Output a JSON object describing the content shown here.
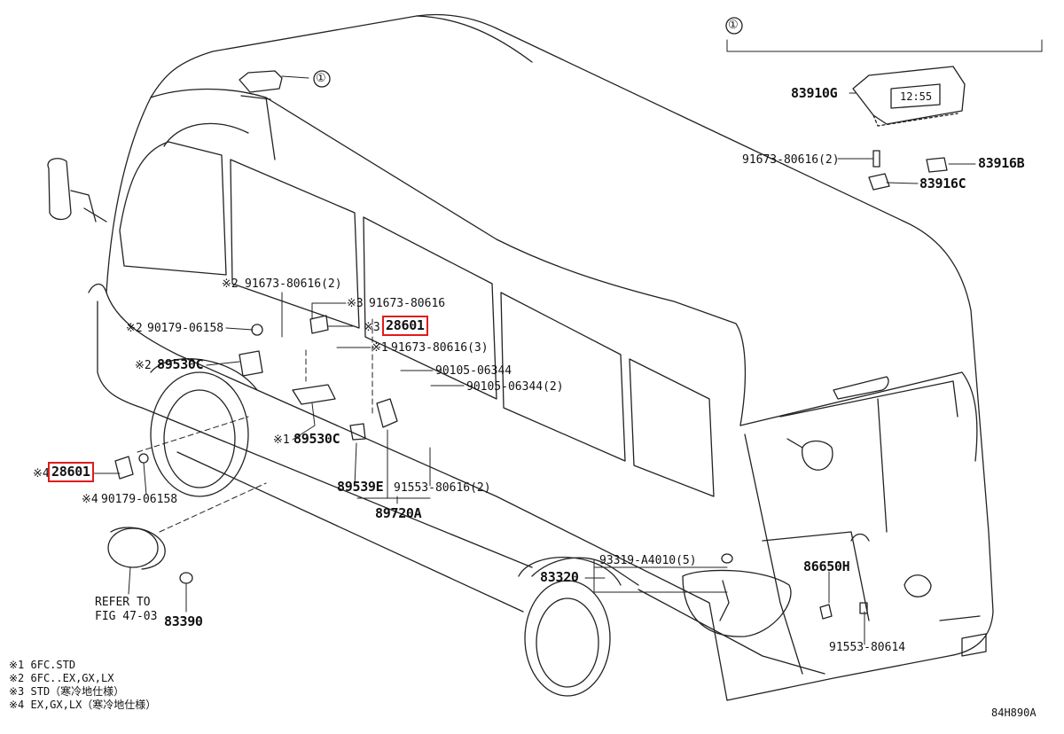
{
  "diagram_code": "84H890A",
  "callout_symbol": "①",
  "highlight_color": "#e01b1b",
  "parts": {
    "p83910G": "83910G",
    "p91673_80616_2_top": "91673-80616(2)",
    "p83916B": "83916B",
    "p83916C": "83916C",
    "p91673_80616_2_left": "91673-80616(2)",
    "p91673_80616": "91673-80616",
    "p28601_top": "28601",
    "p90179_06158": "90179-06158",
    "p91673_80616_3": "91673-80616(3)",
    "p90105_06344": "90105-06344",
    "p90105_06344_2": "90105-06344(2)",
    "p89530C_left": "89530C",
    "p89530C_center": "89530C",
    "p28601_left": "28601",
    "p90179_06158_bottom": "90179-06158",
    "p89539E": "89539E",
    "p91553_80616_2": "91553-80616(2)",
    "p89720A": "89720A",
    "refer_line1": "REFER TO",
    "refer_line2": "FIG 47-03",
    "p83390": "83390",
    "p93319_A4010_5": "93319-A4010(5)",
    "p83320": "83320",
    "p86650H": "86650H",
    "p91553_80614": "91553-80614"
  },
  "marks": {
    "m1": "※1",
    "m2": "※2",
    "m3": "※3",
    "m4": "※4"
  },
  "clock_display": "12:55",
  "notes": [
    "※1 6FC.STD",
    "※2 6FC..EX,GX,LX",
    "※3 STD（寒冷地仕様）",
    "※4 EX,GX,LX（寒冷地仕様）"
  ]
}
